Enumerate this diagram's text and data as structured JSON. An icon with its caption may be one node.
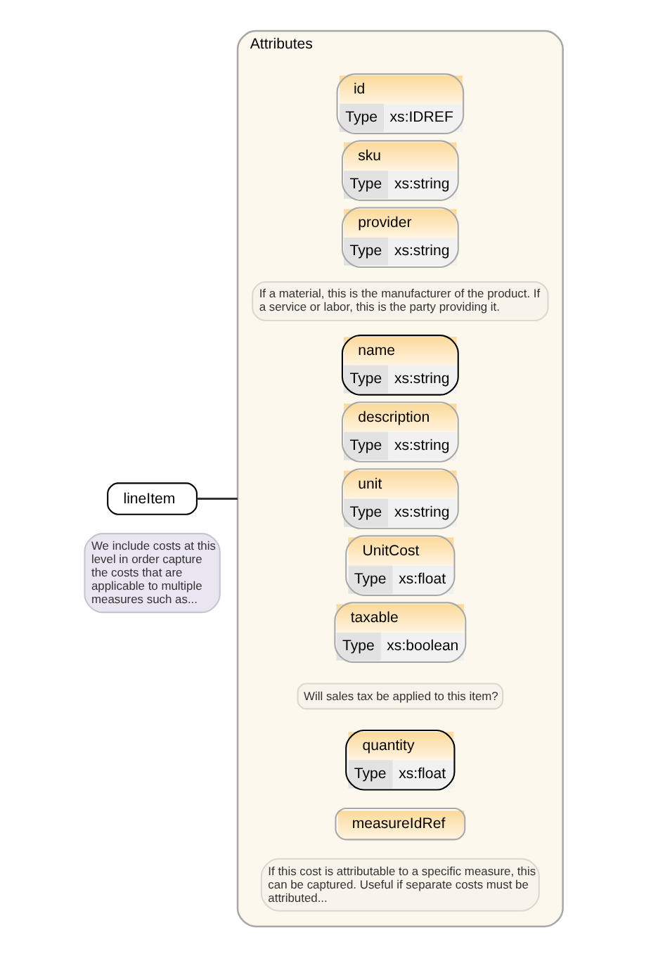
{
  "diagram": {
    "nodes": [
      {
        "text": [
          "lineItem"
        ],
        "beside": [
          "We include costs at this level in order capture the costs that are applicable to multiple measures such as..."
        ]
      },
      {
        "text": [
          "Attributes"
        ]
      },
      {
        "text": [
          "id",
          "Type",
          "xs:IDREF"
        ],
        "in": 1
      },
      {
        "text": [
          "sku",
          "Type",
          "xs:string"
        ],
        "in": 1
      },
      {
        "text": [
          "provider",
          "Type",
          "xs:string"
        ],
        "in": 1,
        "beside": [
          "If a material, this is the manufacturer of the product. If a service or labor, this is the party providing it."
        ]
      },
      {
        "text": [
          "name",
          "Type",
          "xs:string"
        ],
        "in": 1
      },
      {
        "text": [
          "description",
          "Type",
          "xs:string"
        ],
        "in": 1
      },
      {
        "text": [
          "unit",
          "Type",
          "xs:string"
        ],
        "in": 1
      },
      {
        "text": [
          "UnitCost",
          "Type",
          "xs:float"
        ],
        "in": 1
      },
      {
        "text": [
          "taxable",
          "Type",
          "xs:boolean"
        ],
        "in": 1,
        "beside": [
          "Will sales tax be applied to this item?"
        ]
      },
      {
        "text": [
          "quantity",
          "Type",
          "xs:float"
        ],
        "in": 1
      },
      {
        "text": [
          "measureIdRef"
        ],
        "in": 1,
        "beside": [
          "If this cost is attributable to a specific measure, this can be captured. Useful if separate costs must be attributed..."
        ]
      }
    ],
    "edges": [
      {
        "from": 0,
        "to": 1,
        "arrow": "none"
      }
    ]
  }
}
